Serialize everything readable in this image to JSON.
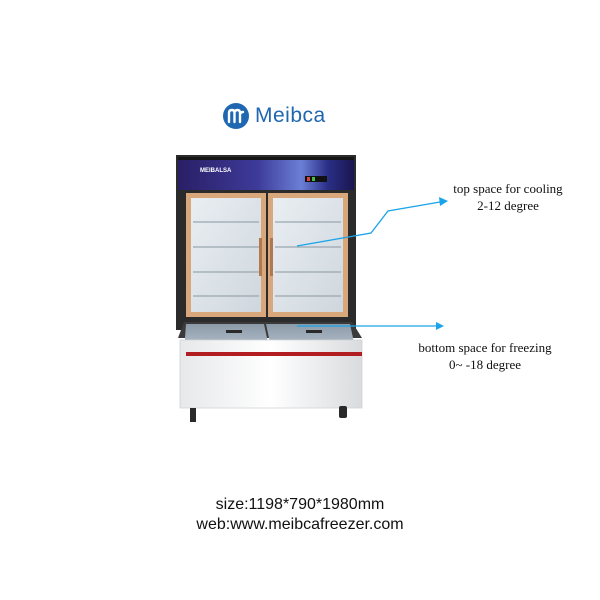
{
  "brand": {
    "name": "Meibca",
    "cabinet_label": "MEIBALSA",
    "color": "#1f67b1"
  },
  "callouts": {
    "top": {
      "line1": "top space for cooling",
      "line2": "2-12 degree"
    },
    "bottom": {
      "line1": "bottom space for freezing",
      "line2": "0~ -18 degree"
    },
    "arrow_color": "#1aa3e8"
  },
  "footer": {
    "size": "size:1198*790*1980mm",
    "web": "web:www.meibcafreezer.com"
  }
}
